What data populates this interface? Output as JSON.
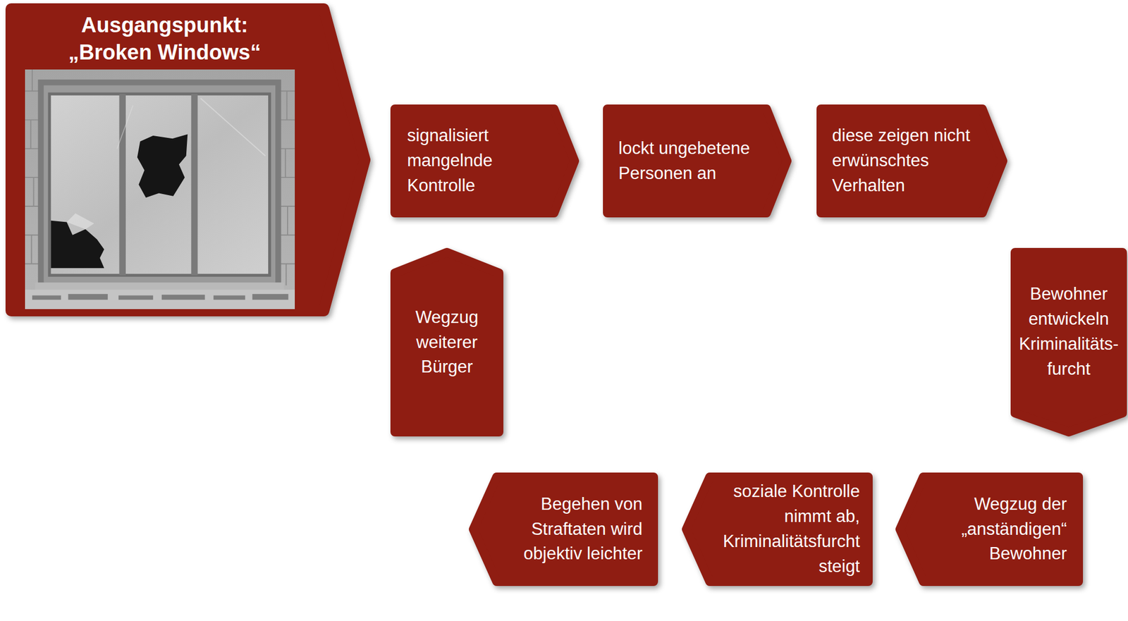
{
  "diagram": {
    "nodes": [
      {
        "text": [
          "Ausgangspunkt: „Broken Windows“"
        ]
      },
      {
        "text": [
          "signalisiert mangelnde Kontrolle"
        ]
      },
      {
        "text": [
          "lockt ungebetene Personen an"
        ]
      },
      {
        "text": [
          "diese zeigen nicht erwünschtes Verhalten"
        ]
      },
      {
        "text": [
          "Bewohner entwickeln Kriminalitäts- furcht"
        ]
      },
      {
        "text": [
          "Wegzug der „anständigen“ Bewohner"
        ]
      },
      {
        "text": [
          "soziale Kontrolle nimmt ab, Kriminalitätsfurcht steigt"
        ]
      },
      {
        "text": [
          "Begehen von Straftaten wird objektiv leichter"
        ]
      },
      {
        "text": [
          "Wegzug weiterer Bürger"
        ]
      }
    ]
  }
}
